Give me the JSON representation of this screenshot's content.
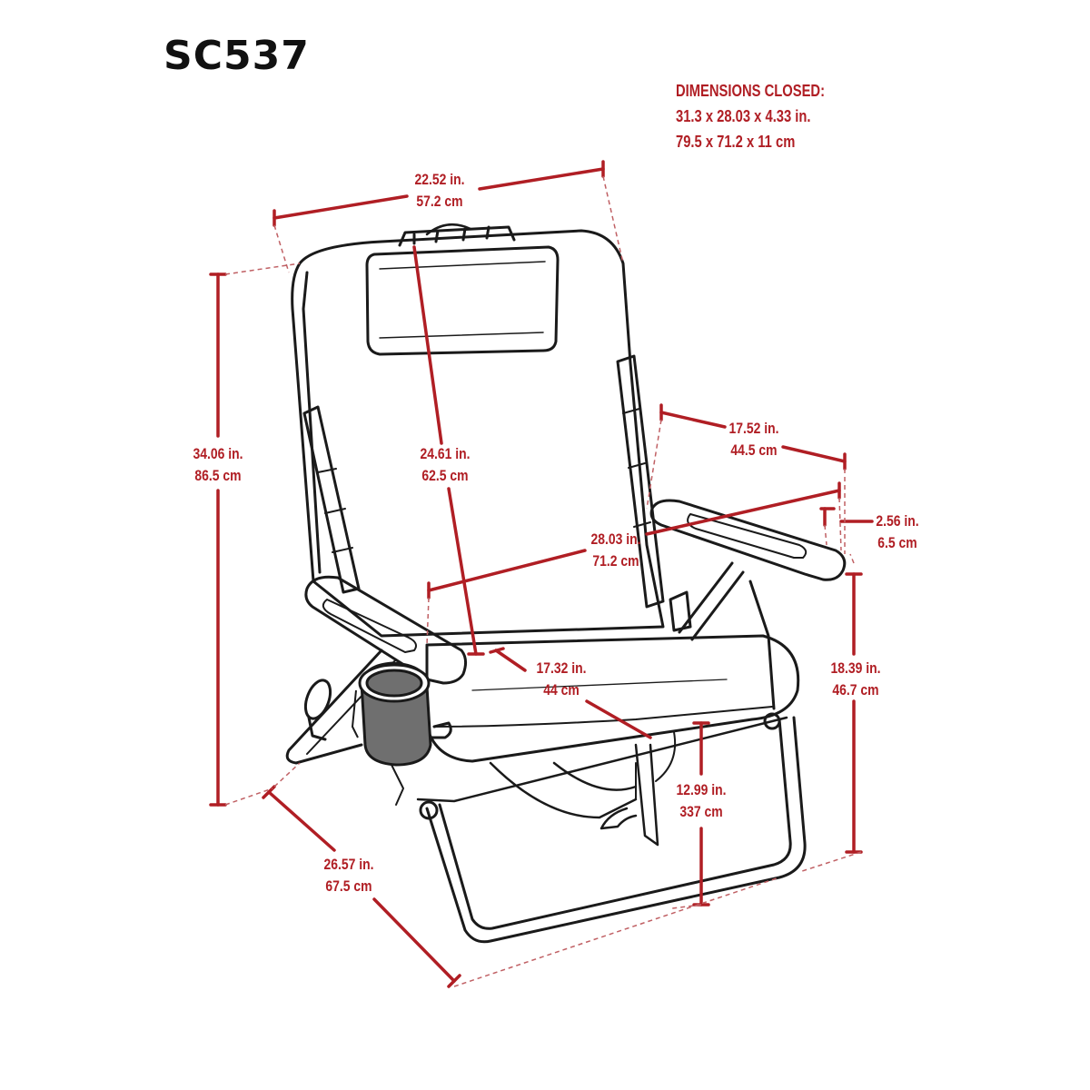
{
  "model": "SC537",
  "colors": {
    "dimension": "#b01e24",
    "outline": "#1a1a1a",
    "cupholder": "#6f6f6f"
  },
  "closed_dimensions": {
    "heading": "DIMENSIONS CLOSED:",
    "imperial": "31.3  x  28.03  x 4.33 in.",
    "metric": "79.5  x  71.2  x  11 cm"
  },
  "dimensions": {
    "width_top": {
      "in": "22.52 in.",
      "cm": "57.2 cm"
    },
    "height": {
      "in": "34.06 in.",
      "cm": "86.5 cm"
    },
    "back_height": {
      "in": "24.61 in.",
      "cm": "62.5 cm"
    },
    "arm_length": {
      "in": "17.52 in.",
      "cm": "44.5 cm"
    },
    "arm_width": {
      "in": "2.56 in.",
      "cm": "6.5 cm"
    },
    "seat_width": {
      "in": "28.03 in.",
      "cm": "71.2 cm"
    },
    "seat_depth": {
      "in": "17.32 in.",
      "cm": "44 cm"
    },
    "arm_height": {
      "in": "18.39 in.",
      "cm": "46.7 cm"
    },
    "seat_height": {
      "in": "12.99 in.",
      "cm": "337 cm"
    },
    "depth": {
      "in": "26.57 in.",
      "cm": "67.5 cm"
    }
  }
}
